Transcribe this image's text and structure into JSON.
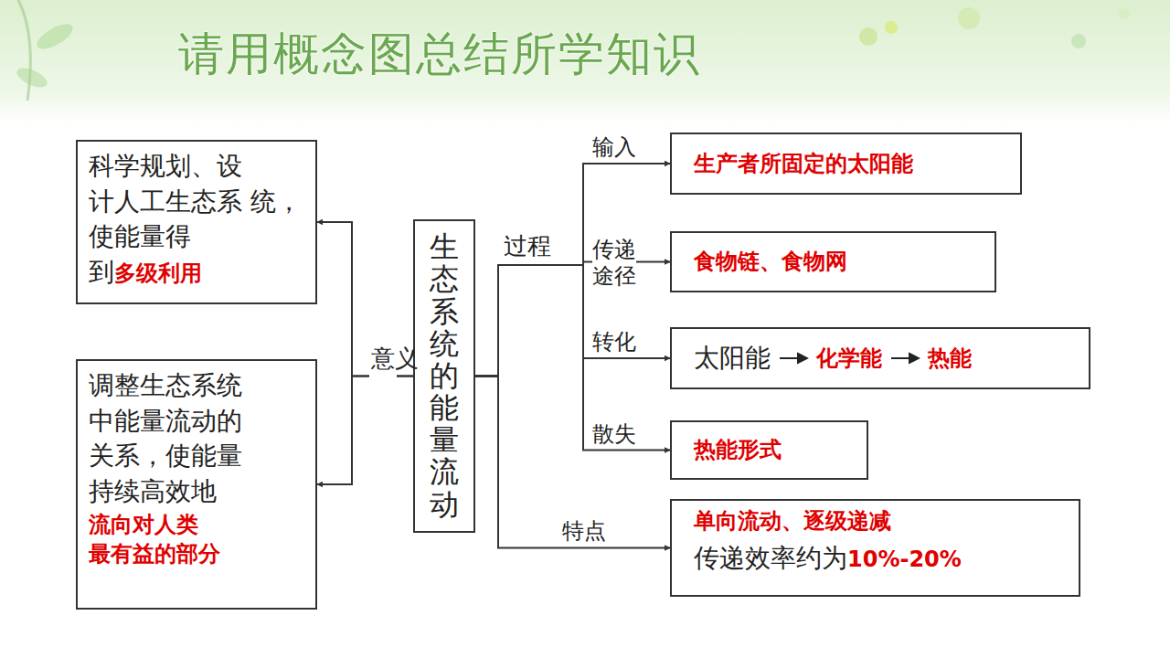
{
  "diagram": {
    "title": "请用概念图总结所学知识",
    "nodes": [
      {
        "text": [
          "科学规划、设 计人工生态系 统，使能量得 到",
          "多级利用"
        ]
      },
      {
        "text": [
          "调整生态系统 中能量流动的 关系，使能量 持续高效地",
          "流向对人类 最有益的部分"
        ]
      },
      {
        "text": [
          "生态系统的能量流动"
        ]
      },
      {
        "text": [
          "生产者所固定的太阳能"
        ]
      },
      {
        "text": [
          "食物链、食物网"
        ]
      },
      {
        "text": [
          "太阳能",
          "化学能",
          "热能"
        ]
      },
      {
        "text": [
          "热能形式"
        ]
      },
      {
        "text": [
          "单向流动、逐级递减",
          "传递效率约为",
          "10%-20%"
        ]
      }
    ],
    "edges": [
      {
        "from": 2,
        "to": 0,
        "arrow": "to"
      },
      {
        "from": 2,
        "to": 1,
        "arrow": "to"
      },
      {
        "from": 2,
        "to": 3,
        "label": "输入",
        "arrow": "to"
      },
      {
        "from": 2,
        "to": 4,
        "label": "传递 途径",
        "arrow": "to"
      },
      {
        "from": 2,
        "to": 5,
        "label": "转化",
        "arrow": "to"
      },
      {
        "from": 2,
        "to": 6,
        "label": "散失",
        "arrow": "to"
      },
      {
        "from": 2,
        "to": 7,
        "label": "特点",
        "arrow": "to"
      }
    ],
    "labels": [
      "意义",
      "过程"
    ]
  }
}
